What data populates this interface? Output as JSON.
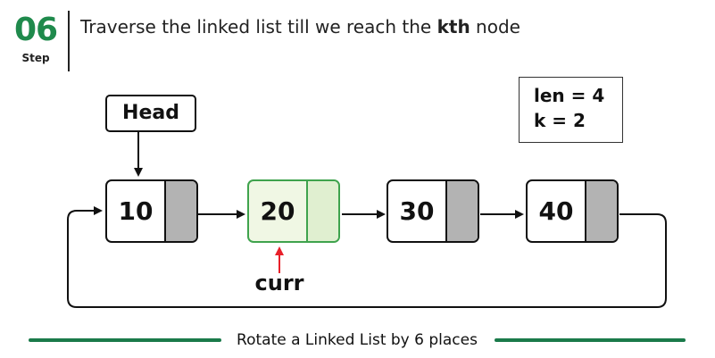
{
  "step": {
    "number": "06",
    "label": "Step"
  },
  "header": {
    "text_before": "Traverse the linked list till we reach the ",
    "text_bold": "kth",
    "text_after": " node"
  },
  "info": {
    "len_line": "len = 4",
    "k_line": "k = 2"
  },
  "head_label": "Head",
  "nodes": [
    {
      "value": "10",
      "highlight": false
    },
    {
      "value": "20",
      "highlight": true
    },
    {
      "value": "30",
      "highlight": false
    },
    {
      "value": "40",
      "highlight": false
    }
  ],
  "pointer_label": "curr",
  "caption": "Rotate a Linked List by 6 places",
  "colors": {
    "step_green": "#1f8a4c",
    "highlight_border": "#3fa34d",
    "highlight_fill": "#f0f7e4",
    "pointer_fill": "#b3b3b3",
    "curr_arrow": "#e8202a",
    "footer_line": "#1a7a4a"
  }
}
